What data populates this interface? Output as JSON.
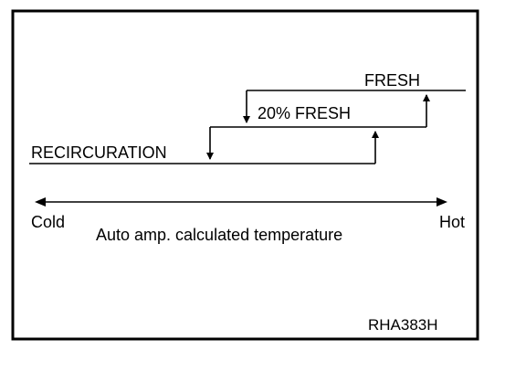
{
  "diagram": {
    "levels": {
      "fresh": "FRESH",
      "fresh_20": "20% FRESH",
      "recirculation": "RECIRCURATION"
    },
    "axis": {
      "min_label": "Cold",
      "max_label": "Hot",
      "title": "Auto amp. calculated temperature"
    },
    "figure_code": "RHA383H"
  }
}
